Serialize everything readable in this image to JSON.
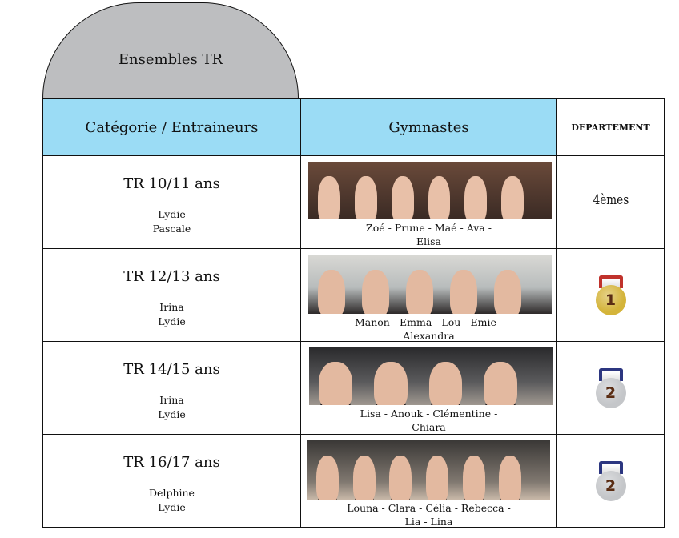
{
  "title": "Ensembles TR",
  "headers": {
    "category": "Catégorie / Entraineurs",
    "gymnasts": "Gymnastes",
    "department": "DEPARTEMENT"
  },
  "rows": [
    {
      "category": "TR 10/11 ans",
      "coaches": [
        "Lydie",
        "Pascale"
      ],
      "gymnasts_line1": "Zoé - Prune - Maé - Ava -",
      "gymnasts_line2": "Elisa",
      "result": "4èmes",
      "medal": null
    },
    {
      "category": "TR 12/13 ans",
      "coaches": [
        "Irina",
        "Lydie"
      ],
      "gymnasts_line1": "Manon - Emma - Lou - Emie -",
      "gymnasts_line2": "Alexandra",
      "result": null,
      "medal": {
        "number": "1",
        "type": "gold-medal",
        "color": "#d4b43a",
        "ribbon": "#c0322c"
      }
    },
    {
      "category": "TR 14/15 ans",
      "coaches": [
        "Irina",
        "Lydie"
      ],
      "gymnasts_line1": "Lisa - Anouk - Clémentine -",
      "gymnasts_line2": "Chiara",
      "result": null,
      "medal": {
        "number": "2",
        "type": "silver-medal",
        "color": "#c4c6c9",
        "ribbon": "#2c3680"
      }
    },
    {
      "category": "TR 16/17 ans",
      "coaches": [
        "Delphine",
        "Lydie"
      ],
      "gymnasts_line1": "Louna - Clara - Célia - Rebecca -",
      "gymnasts_line2": "Lia - Lina",
      "result": null,
      "medal": {
        "number": "2",
        "type": "silver-medal",
        "color": "#c4c6c9",
        "ribbon": "#2c3680"
      }
    }
  ],
  "colors": {
    "header_bg": "#9bdcf5",
    "dome_bg": "#bdbec0"
  }
}
